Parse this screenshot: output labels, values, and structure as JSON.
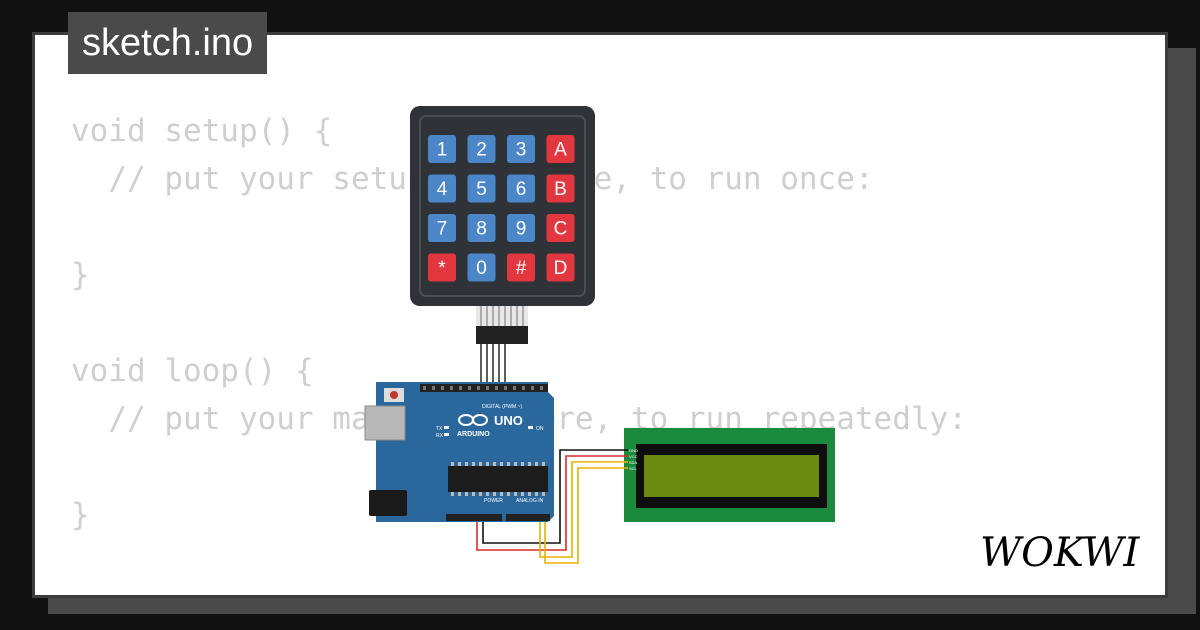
{
  "tab": {
    "title": "sketch.ino"
  },
  "code": {
    "lines": [
      "void setup() {",
      "  // put your setup code here, to run once:",
      "",
      "}",
      "",
      "void loop() {",
      "  // put your main code here, to run repeatedly:",
      "",
      "}"
    ]
  },
  "keypad": {
    "keys": [
      [
        "1",
        "2",
        "3",
        "A"
      ],
      [
        "4",
        "5",
        "6",
        "B"
      ],
      [
        "7",
        "8",
        "9",
        "C"
      ],
      [
        "*",
        "0",
        "#",
        "D"
      ]
    ],
    "colors": {
      "blue": "#4a86c8",
      "red": "#e2373f",
      "body": "#2f3236"
    }
  },
  "arduino": {
    "model": "UNO",
    "brand": "ARDUINO",
    "digital_label": "DIGITAL (PWM ~)",
    "analog_label": "ANALOG IN",
    "power_label": "POWER",
    "tx_label": "TX",
    "rx_label": "RX",
    "on_label": "ON",
    "color": "#2a679d"
  },
  "lcd": {
    "pins": [
      "GND",
      "VCC",
      "SDA",
      "SCL"
    ],
    "board_color": "#1b8a3c",
    "screen_color": "#6b8a12"
  },
  "logo": {
    "text": "WOKWI"
  }
}
